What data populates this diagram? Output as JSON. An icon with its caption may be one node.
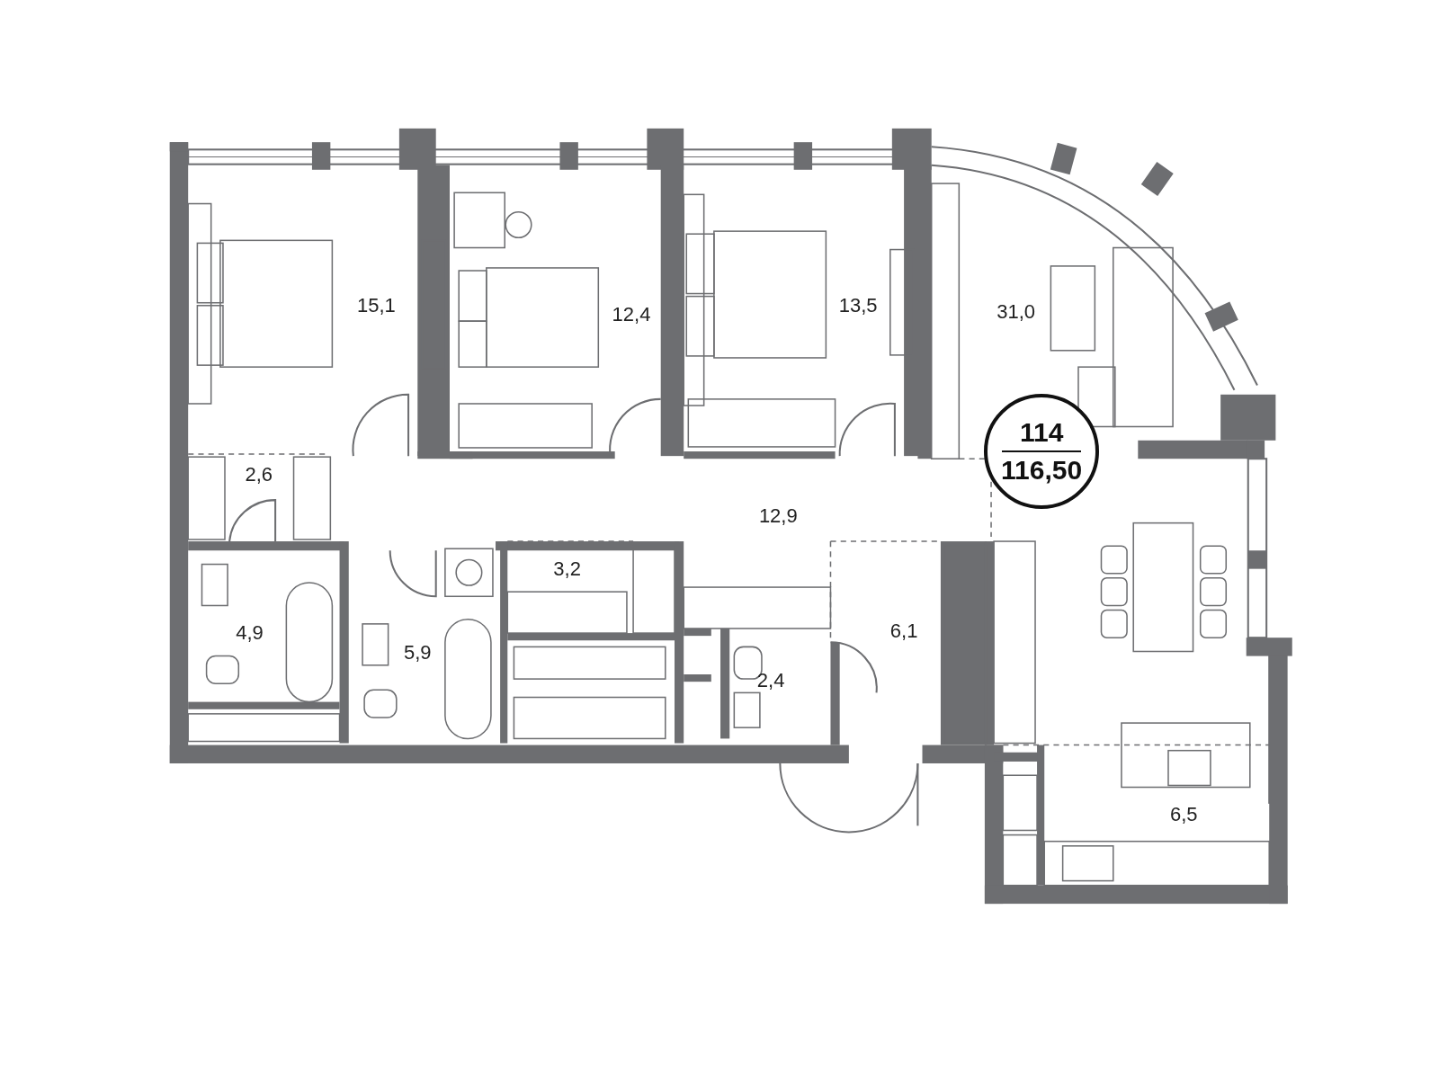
{
  "diagram": {
    "nodes": [
      {
        "text": [
          "114",
          "116,50"
        ]
      }
    ],
    "labels": [
      "15,1",
      "12,4",
      "13,5",
      "31,0",
      "2,6",
      "12,9",
      "3,2",
      "4,9",
      "5,9",
      "6,1",
      "2,4",
      "6,5"
    ]
  }
}
